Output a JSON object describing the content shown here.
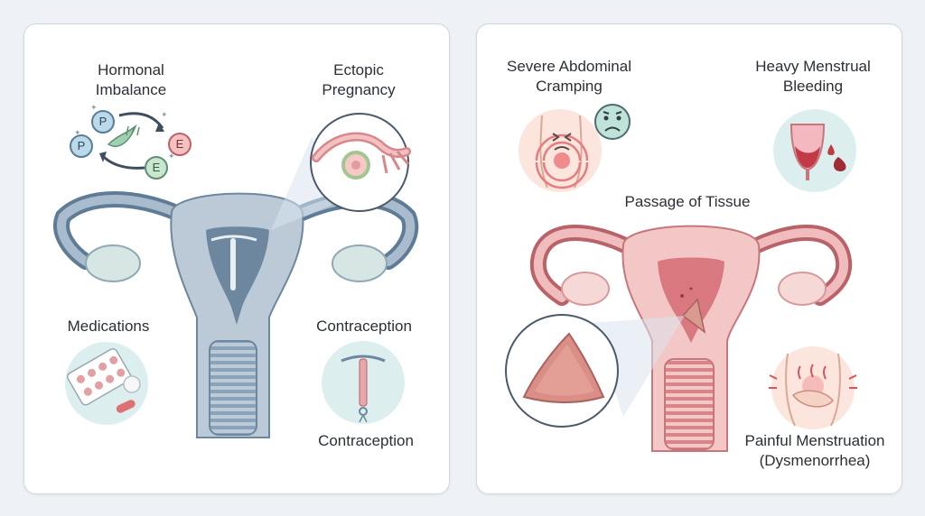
{
  "left_panel": {
    "hormonal_imbalance": [
      "Hormonal",
      "Imbalance"
    ],
    "ectopic_pregnancy": [
      "Ectopic",
      "Pregnancy"
    ],
    "medications": "Medications",
    "contraception_top": "Contraception",
    "contraception_bottom": "Contraception",
    "hormone_letters": [
      "P",
      "P",
      "E",
      "E"
    ]
  },
  "right_panel": {
    "abdominal_cramping": [
      "Severe Abdominal",
      "Cramping"
    ],
    "heavy_bleeding": [
      "Heavy Menstrual",
      "Bleeding"
    ],
    "passage_of_tissue": "Passage of Tissue",
    "dysmenorrhea": [
      "Painful Menstruation",
      "(Dysmenorrhea)"
    ]
  },
  "colors": {
    "left_organ": "#a9bccd",
    "left_organ_dark": "#5f7c96",
    "right_organ": "#e9a9ab",
    "right_organ_dark": "#b96267",
    "badge_bg": "#dcefee"
  }
}
